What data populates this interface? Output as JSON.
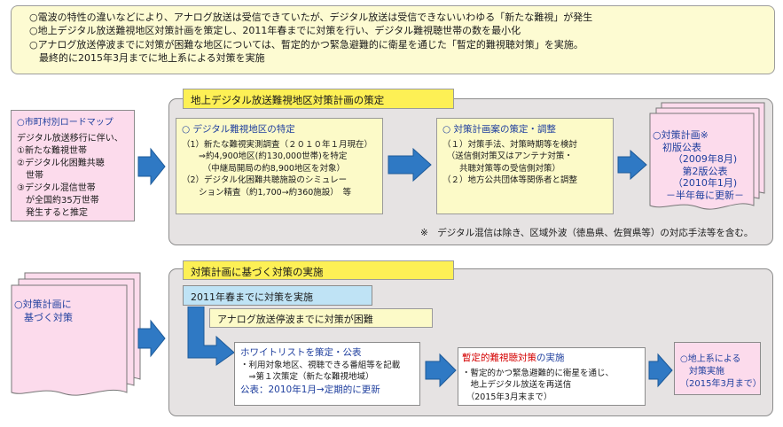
{
  "summary": {
    "lines": [
      "○電波の特性の違いなどにより、アナログ放送は受信できていたが、デジタル放送は受信できないいわゆる「新たな難視」が発生",
      "○地上デジタル放送難視地区対策計画を策定し、2011年春までに対策を行い、デジタル難視聴世帯の数を最小化",
      "○アナログ放送停波までに対策が困難な地区については、暫定的かつ緊急避難的に衛星を通じた「暫定的難視聴対策」を実施。",
      "　最終的に2015年3月までに地上系による対策を実施"
    ]
  },
  "roadmap": {
    "title": "○市町村別ロードマップ",
    "lines": [
      "デジタル放送移行に伴い、",
      "①新たな難視世帯",
      "②デジタル化困難共聴",
      "　世帯",
      "③デジタル混信世帯",
      "　が全国約35万世帯",
      "　発生すると推定"
    ]
  },
  "panel1": {
    "title": "地上デジタル放送難視地区対策計画の策定",
    "identify": {
      "title": "○ デジタル難視地区の特定",
      "lines": [
        "（1）新たな難視実測調査（２０１０年１月現在）",
        "　　⇒約4,900地区(約130,000世帯)を特定",
        "　　　（中継局開局の約8,900地区を対象）",
        "（2）デジタル化困難共聴施設のシミュレー",
        "　　ション精査（約1,700→約360施設）　等"
      ]
    },
    "plan": {
      "title": "○ 対策計画案の策定・調整",
      "lines": [
        "（１）対策手法、対策時期等を検討",
        "　（送信側対策又はアンテナ対策・",
        "　　共聴対策等の受信側対策）",
        "（２）地方公共団体等関係者と調整"
      ]
    },
    "result": {
      "lines": [
        "○対策計画※",
        "　初版公表",
        "（2009年8月)",
        "第2版公表",
        "（2010年1月)",
        "－半年毎に更新－"
      ]
    },
    "note": "※　デジタル混信は除き、区域外波（徳島県、佐賀県等）の対応手法等を含む。"
  },
  "plan_doc": {
    "lines": [
      "○対策計画に",
      "　基づく対策"
    ]
  },
  "panel2": {
    "title": "対策計画に基づく対策の実施",
    "spring": "2011年春までに対策を実施",
    "difficult": "アナログ放送停波までに対策が困難",
    "whitelist": {
      "title": "ホワイトリストを策定・公表",
      "lines": [
        "・利用対象地区、視聴できる番組等を記載",
        "　⇒第１次策定（新たな難視地域）"
      ],
      "publish": "公表：2010年1月→定期的に更新"
    },
    "interim": {
      "title_red": "暫定的難視聴対策",
      "title_suffix": "の実施",
      "lines": [
        "・暫定的かつ緊急避難的に衛星を通じ、",
        "　地上デジタル放送を再送信",
        "　（2015年3月末まで）"
      ]
    },
    "final": {
      "lines": [
        "○地上系による",
        "　対策実施",
        "（2015年3月まで）"
      ]
    }
  },
  "colors": {
    "arrow_blue": "#2f79c4",
    "yellow_bar": "#fdf055",
    "pink": "#fcdbec",
    "cream": "#fcfac8",
    "light_blue": "#bfe3f5",
    "panel_grey": "#e6e3e3"
  }
}
